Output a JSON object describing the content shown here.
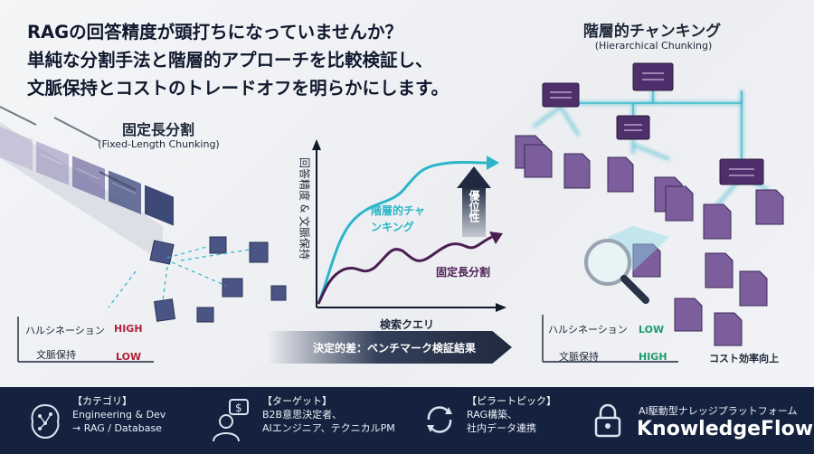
{
  "headline": {
    "line1": "RAGの回答精度が頭打ちになっていませんか？",
    "line2": "単純な分割手法と階層的アプローチを比較検証し、",
    "line3": "文脈保持とコストのトレードオフを明らかにします。"
  },
  "fixed": {
    "title": "固定長分割",
    "subtitle": "(Fixed-Length Chunking)",
    "hallucination_label": "ハルシネーション",
    "hallucination_level": "HIGH",
    "context_label": "文脈保持",
    "context_level": "LOW"
  },
  "hierarchical": {
    "title": "階層的チャンキング",
    "subtitle": "(Hierarchical Chunking)",
    "hallucination_label": "ハルシネーション",
    "hallucination_level": "LOW",
    "context_label": "文脈保持",
    "context_level": "HIGH",
    "cost_label": "コスト効率向上"
  },
  "chart_data": {
    "type": "line",
    "xlabel": "検索クエリ",
    "ylabel": "回答精度 & 文脈保持",
    "series": [
      {
        "name": "階層的チャンキング",
        "color": "#2bb5c8"
      },
      {
        "name": "固定長分割",
        "color": "#4b1e52"
      }
    ],
    "annotation": "優位性"
  },
  "banner": {
    "text": "決定的差：ベンチマーク検証結果"
  },
  "footer": {
    "category": {
      "tag": "【カテゴリ】",
      "line1": "Engineering & Dev",
      "line2": "→ RAG / Database",
      "icon": "brain-icon"
    },
    "target": {
      "tag": "【ターゲット】",
      "line1": "B2B意思決定者、",
      "line2": "AIエンジニア、テクニカルPM",
      "icon": "person-dollar-icon"
    },
    "pillar": {
      "tag": "【ピラートピック】",
      "line1": "RAG構築、",
      "line2": "社内データ連携",
      "icon": "sync-icon"
    },
    "brand": {
      "tagline": "AI駆動型ナレッジプラットフォーム",
      "name": "KnowledgeFlow",
      "icon": "lock-icon"
    }
  },
  "colors": {
    "teal": "#2bb5c8",
    "plum": "#4b1e52",
    "navy": "#14223f",
    "high": "#b0223b",
    "low_good": "#1f9a6a"
  }
}
